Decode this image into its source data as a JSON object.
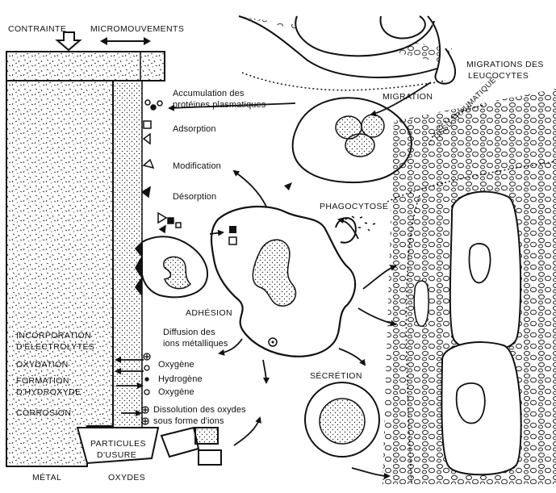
{
  "labels": {
    "contrainte": "CONTRAINTE",
    "micromouvements": "MICROMOUVEMENTS",
    "accumulation_line1": "Accumulation des",
    "accumulation_line2": "protéines plasmatiques",
    "adsorption": "Adsorption",
    "modification": "Modification",
    "desorption": "Désorption",
    "phagocytose": "PHAGOCYTOSE",
    "migration": "MIGRATION",
    "migrations_leucocytes_line1": "MIGRATIONS DES",
    "migrations_leucocytes_line2": "LEUCOCYTES",
    "tissu_traumatique": "TISSU TRAUMATIQUE",
    "adhesion": "ADHÉSION",
    "incorporation_line1": "INCORPORATION",
    "incorporation_line2": "D'ÉLECTROLYTES",
    "oxydation": "OXYDATION",
    "formation_line1": "FORMATION",
    "formation_line2": "D'HYDROXYDE",
    "corrosion": "CORROSION",
    "diffusion_line1": "Diffusion des",
    "diffusion_line2": "ions métalliques",
    "oxygene1": "Oxygène",
    "hydrogene": "Hydrogène",
    "oxygene2": "Oxygène",
    "dissolution_line1": "Dissolution des oxydes",
    "dissolution_line2": "sous forme d'ions",
    "secretion": "SÉCRÉTION",
    "particules_line1": "PARTICULES",
    "particules_line2": "D'USURE",
    "metal": "MÉTAL",
    "oxydes": "OXYDES"
  },
  "colors": {
    "ink": "#111111",
    "paper": "#ffffff"
  }
}
